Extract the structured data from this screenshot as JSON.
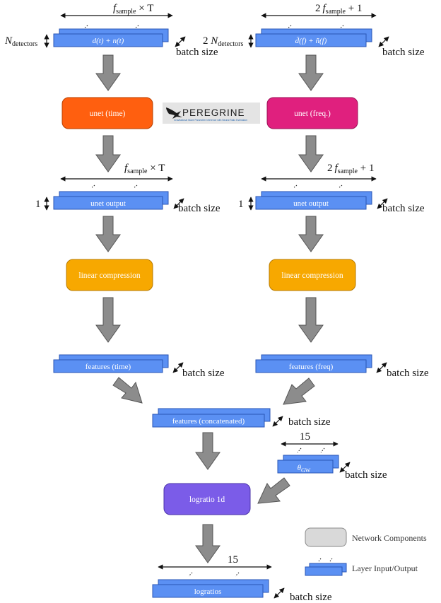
{
  "left_input": {
    "width_label": "f_sample × T",
    "width_base": "f",
    "width_sub": "sample",
    "width_rest": " × T",
    "height_label": "N_detectors",
    "height_base": "N",
    "height_sub": "detectors",
    "layer_label": "d(t) + n(t)",
    "batch_label": "batch size"
  },
  "right_input": {
    "width_label": "2 f_sample + 1",
    "width_pre": "2",
    "width_base": "f",
    "width_sub": "sample",
    "width_rest": " + 1",
    "height_label": "2 N_detectors",
    "height_pre": "2 ",
    "height_base": "N",
    "height_sub": "detectors",
    "layer_label": "d̃(f) + ñ(f)",
    "batch_label": "batch size"
  },
  "components": {
    "unet_time": "unet (time)",
    "unet_freq": "unet (freq.)",
    "linear_left": "linear compression",
    "linear_right": "linear compression",
    "logratio": "logratio 1d"
  },
  "colors": {
    "unet_time": "#ff5f0f",
    "unet_freq": "#e0207e",
    "linear": "#f7a800",
    "logratio": "#7b5ce8",
    "layer": "#5b90f3",
    "arrow": "#8c8c8c",
    "legend_component": "#d9d9d9"
  },
  "logo": {
    "title": "PEREGRINE",
    "subtitle": "Gravitational Wave Parameter Inference with Neural Ratio Estimation",
    "icon": "peregrine-falcon-icon"
  },
  "left_unet_output": {
    "width_base": "f",
    "width_sub": "sample",
    "width_rest": " × T",
    "height_label": "1",
    "layer_label": "unet output",
    "batch_label": "batch size"
  },
  "right_unet_output": {
    "width_pre": "2",
    "width_base": "f",
    "width_sub": "sample",
    "width_rest": " + 1",
    "height_label": "1",
    "layer_label": "unet output",
    "batch_label": "batch size"
  },
  "features": {
    "time": "features (time)",
    "freq": "features (freq)",
    "concat": "features (concatenated)",
    "batch_label": "batch size"
  },
  "theta": {
    "width_label": "15",
    "layer_base": "θ",
    "layer_sub": "GW",
    "batch_label": "batch size"
  },
  "output": {
    "width_label": "15",
    "layer_label": "logratios",
    "batch_label": "batch size"
  },
  "legend": {
    "component_label": "Network Components",
    "layer_label": "Layer Input/Output"
  }
}
